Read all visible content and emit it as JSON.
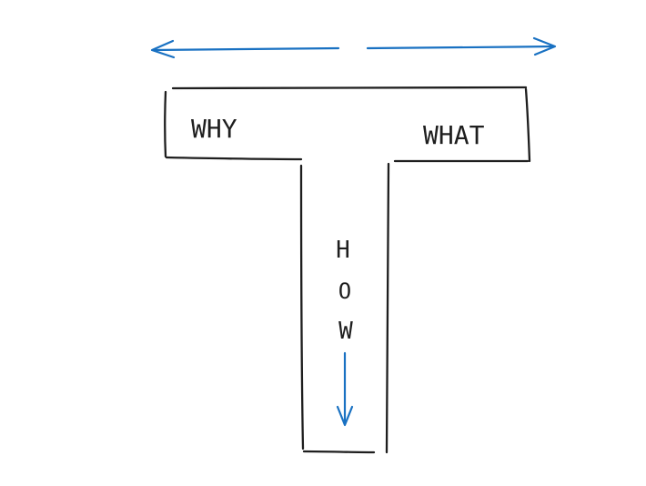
{
  "diagram": {
    "labels": {
      "why": "WHY",
      "what": "WHAT",
      "how_letters": [
        "H",
        "O",
        "W"
      ]
    },
    "colors": {
      "stroke": "#1e1e1e",
      "arrow": "#1971c2",
      "background": "#ffffff"
    }
  }
}
